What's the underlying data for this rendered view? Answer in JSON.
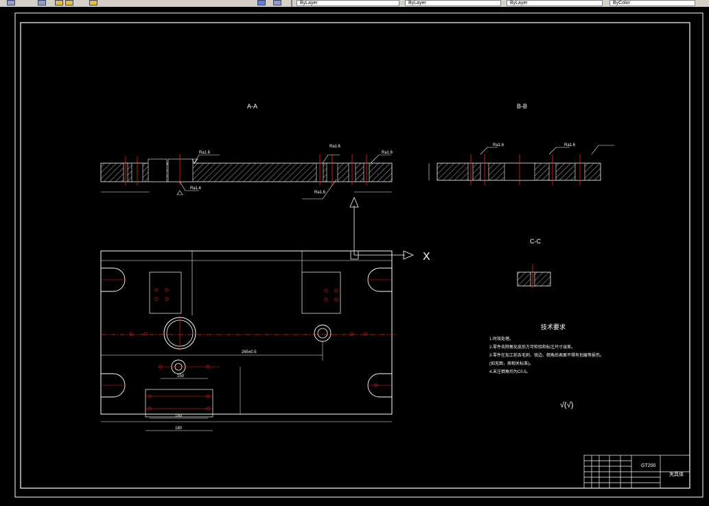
{
  "toolbar": {
    "field1_value": "ByLayer",
    "field2_value": "ByLayer",
    "field3_value": "ByLayer",
    "field4_value": "ByColor"
  },
  "drawing": {
    "section_aa": "A-A",
    "section_bb": "B-B",
    "section_cc": "C-C",
    "axis_x_label": "X",
    "tech_requirements_title": "技术要求",
    "tech_requirements": [
      "1.时效处理。",
      "2.零件去除氧化皮后方可检验和标注尺寸误差。",
      "3.零件在加工前去毛刺、锐边、倒角后表面不得有划痕等损伤。",
      "(如无图，按相关标准)。",
      "4.未注倒角均为C0.5。"
    ],
    "roughness_note": "√(√)",
    "title_block_model": "GT200",
    "title_block_name": "夹具体",
    "dimensions": {
      "d_265": "265±0.5",
      "d_150a": "150",
      "d_150b": "150",
      "d_180": "180"
    },
    "roughness_labels": [
      "Ra1.6",
      "Ra1.6",
      "Ra1.6",
      "Ra1.6",
      "Ra1.6",
      "Ra1.6",
      "Ra1.6"
    ]
  },
  "colors": {
    "line_white": "#ffffff",
    "centerline_red": "#ff2020",
    "hatch": "#ffffff",
    "background": "#000000"
  }
}
